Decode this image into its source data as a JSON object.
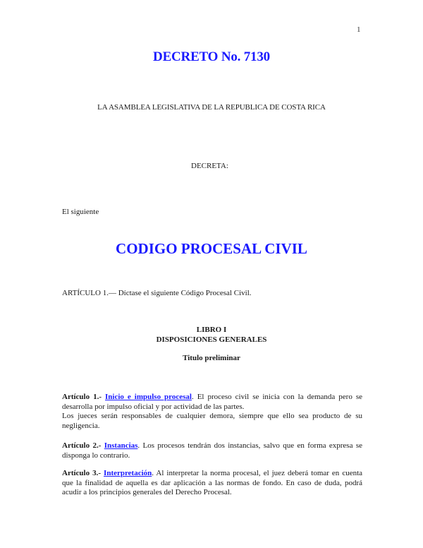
{
  "page": {
    "number": "1"
  },
  "header": {
    "decree_title": "DECRETO No. 7130",
    "assembly": "LA ASAMBLEA LEGISLATIVA DE LA REPUBLICA DE COSTA RICA",
    "decreta": "DECRETA:",
    "intro": "El siguiente",
    "code_title": "CODIGO PROCESAL CIVIL",
    "article_intro": "ARTÍCULO 1.— Díctase el siguiente Código Procesal Civil."
  },
  "book": {
    "label": "LIBRO I",
    "name": "DISPOSICIONES GENERALES",
    "title": "Titulo preliminar"
  },
  "articles": [
    {
      "label": "Artículo 1.-",
      "link": "Inicio e impulso procesal",
      "text": ". El proceso civil se inicia con la demanda pero se desarrolla por impulso oficial y por actividad de las partes.",
      "text2": "Los jueces serán responsables de cualquier demora, siempre que ello sea producto de su negligencia."
    },
    {
      "label": "Artículo 2.-",
      "link": "Instancias",
      "text": ". Los procesos tendrán dos instancias, salvo que en forma expresa se disponga lo contrario."
    },
    {
      "label": "Artículo 3.-",
      "link": "Interpretación",
      "text": ". Al interpretar la norma procesal, el juez deberá tomar en cuenta que la finalidad de aquella es dar aplicación a las normas de fondo. En caso de duda, podrá acudir a los principios generales del Derecho Procesal."
    }
  ],
  "colors": {
    "accent_blue": "#1a1aff",
    "text": "#1a1a1a",
    "background": "#ffffff"
  }
}
